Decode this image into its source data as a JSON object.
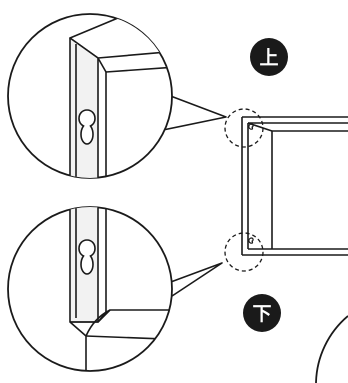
{
  "labels": {
    "top": "上",
    "bottom": "下"
  },
  "colors": {
    "line": "#1a1a1a",
    "badge_fill": "#1a1a1a",
    "badge_text": "#ffffff",
    "frame_side": "#f2f2f2"
  },
  "icons": {
    "keyhole": "keyhole-hanger-icon",
    "badge": "circle-badge"
  }
}
